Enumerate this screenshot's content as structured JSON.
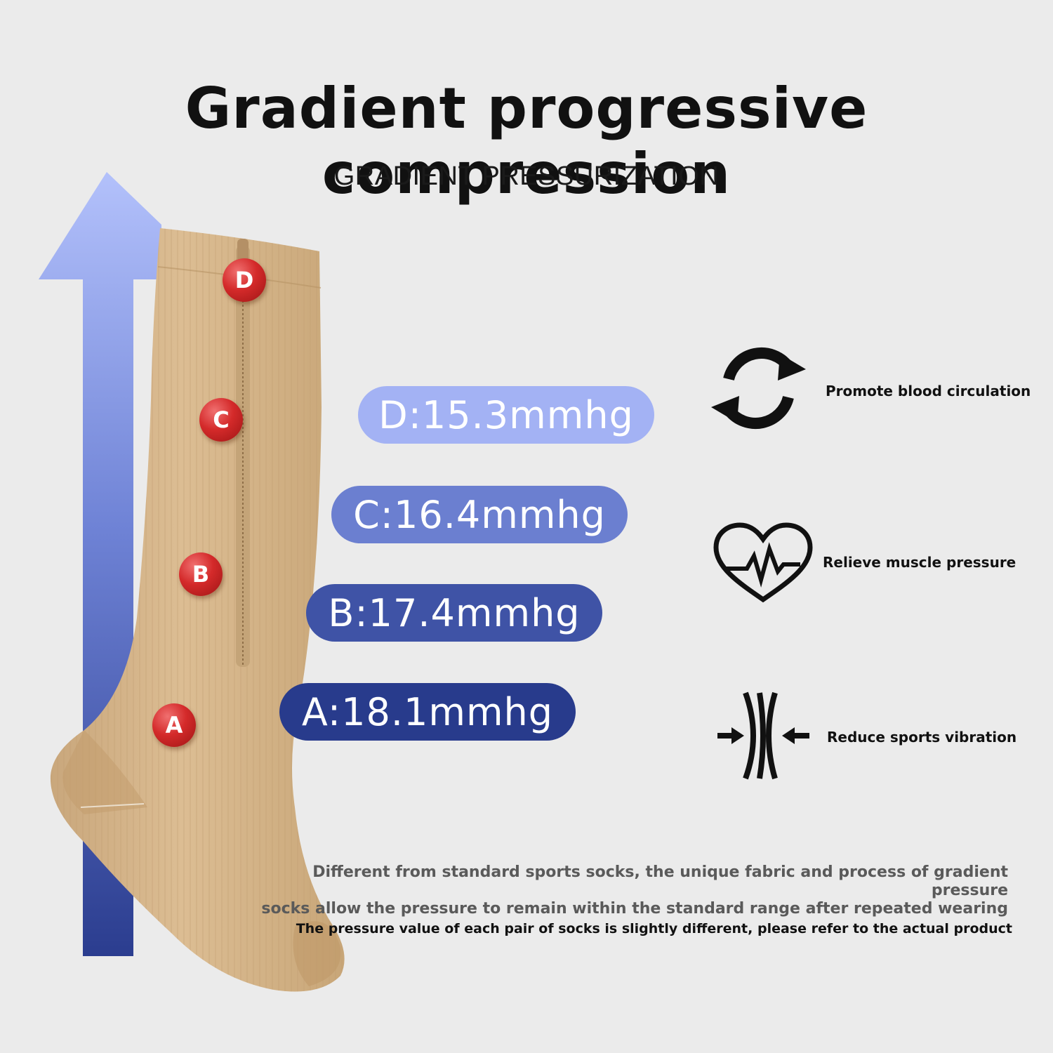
{
  "title": "Gradient progressive compression",
  "subtitle": "GRADIENT PRESSURIZATION",
  "points": [
    {
      "letter": "D",
      "label": "D:15.3mmhg",
      "color": "#a3b2f4",
      "text_color": "#ffffff"
    },
    {
      "letter": "C",
      "label": "C:16.4mmhg",
      "color": "#6b7fd0",
      "text_color": "#ffffff"
    },
    {
      "letter": "B",
      "label": "B:17.4mmhg",
      "color": "#3f53a6",
      "text_color": "#ffffff"
    },
    {
      "letter": "A",
      "label": "A:18.1mmhg",
      "color": "#283b8c",
      "text_color": "#ffffff"
    }
  ],
  "features": [
    {
      "label": "Promote blood circulation",
      "icon": "circulation-arrows-icon"
    },
    {
      "label": "Relieve muscle pressure",
      "icon": "heartbeat-icon"
    },
    {
      "label": "Reduce sports vibration",
      "icon": "vibration-compress-icon"
    }
  ],
  "description": [
    "Different from standard sports socks, the unique fabric and process of gradient pressure",
    "socks allow the pressure to remain within the standard range after repeated wearing"
  ],
  "note": "The pressure value of each pair of socks is slightly different, please refer to the actual product",
  "colors": {
    "background": "#ebebeb",
    "arrow_top": "#b3c1fb",
    "arrow_bottom": "#2b3d8f",
    "sock": "#d6b68b",
    "pin": "#c62020"
  }
}
